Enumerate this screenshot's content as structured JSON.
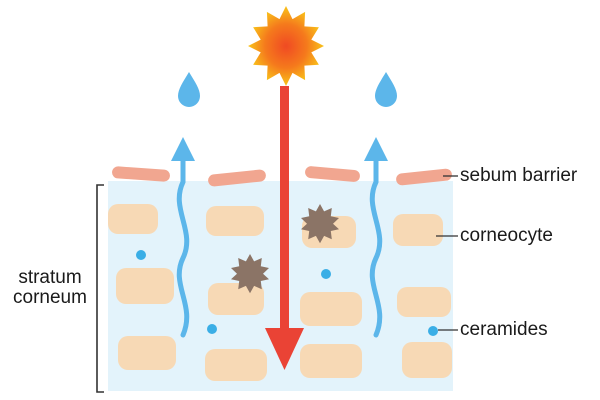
{
  "labels": {
    "sebum_barrier": "sebum barrier",
    "corneocyte": "corneocyte",
    "ceramides": "ceramides",
    "stratum_line1": "stratum",
    "stratum_line2": "corneum"
  },
  "colors": {
    "skin_layer": "#e3f3fb",
    "corneocyte": "#f7d9b5",
    "sebum": "#f1a690",
    "ceramide_dot": "#3aaee6",
    "water_arrow": "#5cb6ea",
    "uv_arrow": "#ea4335",
    "sun_outer": "#f7c21b",
    "sun_inner": "#f25a1f",
    "pollutant": "#8b7466",
    "leader_line": "#333333"
  },
  "icons": [
    "sun-icon",
    "water-drop-icon",
    "pollutant-particle-icon"
  ]
}
